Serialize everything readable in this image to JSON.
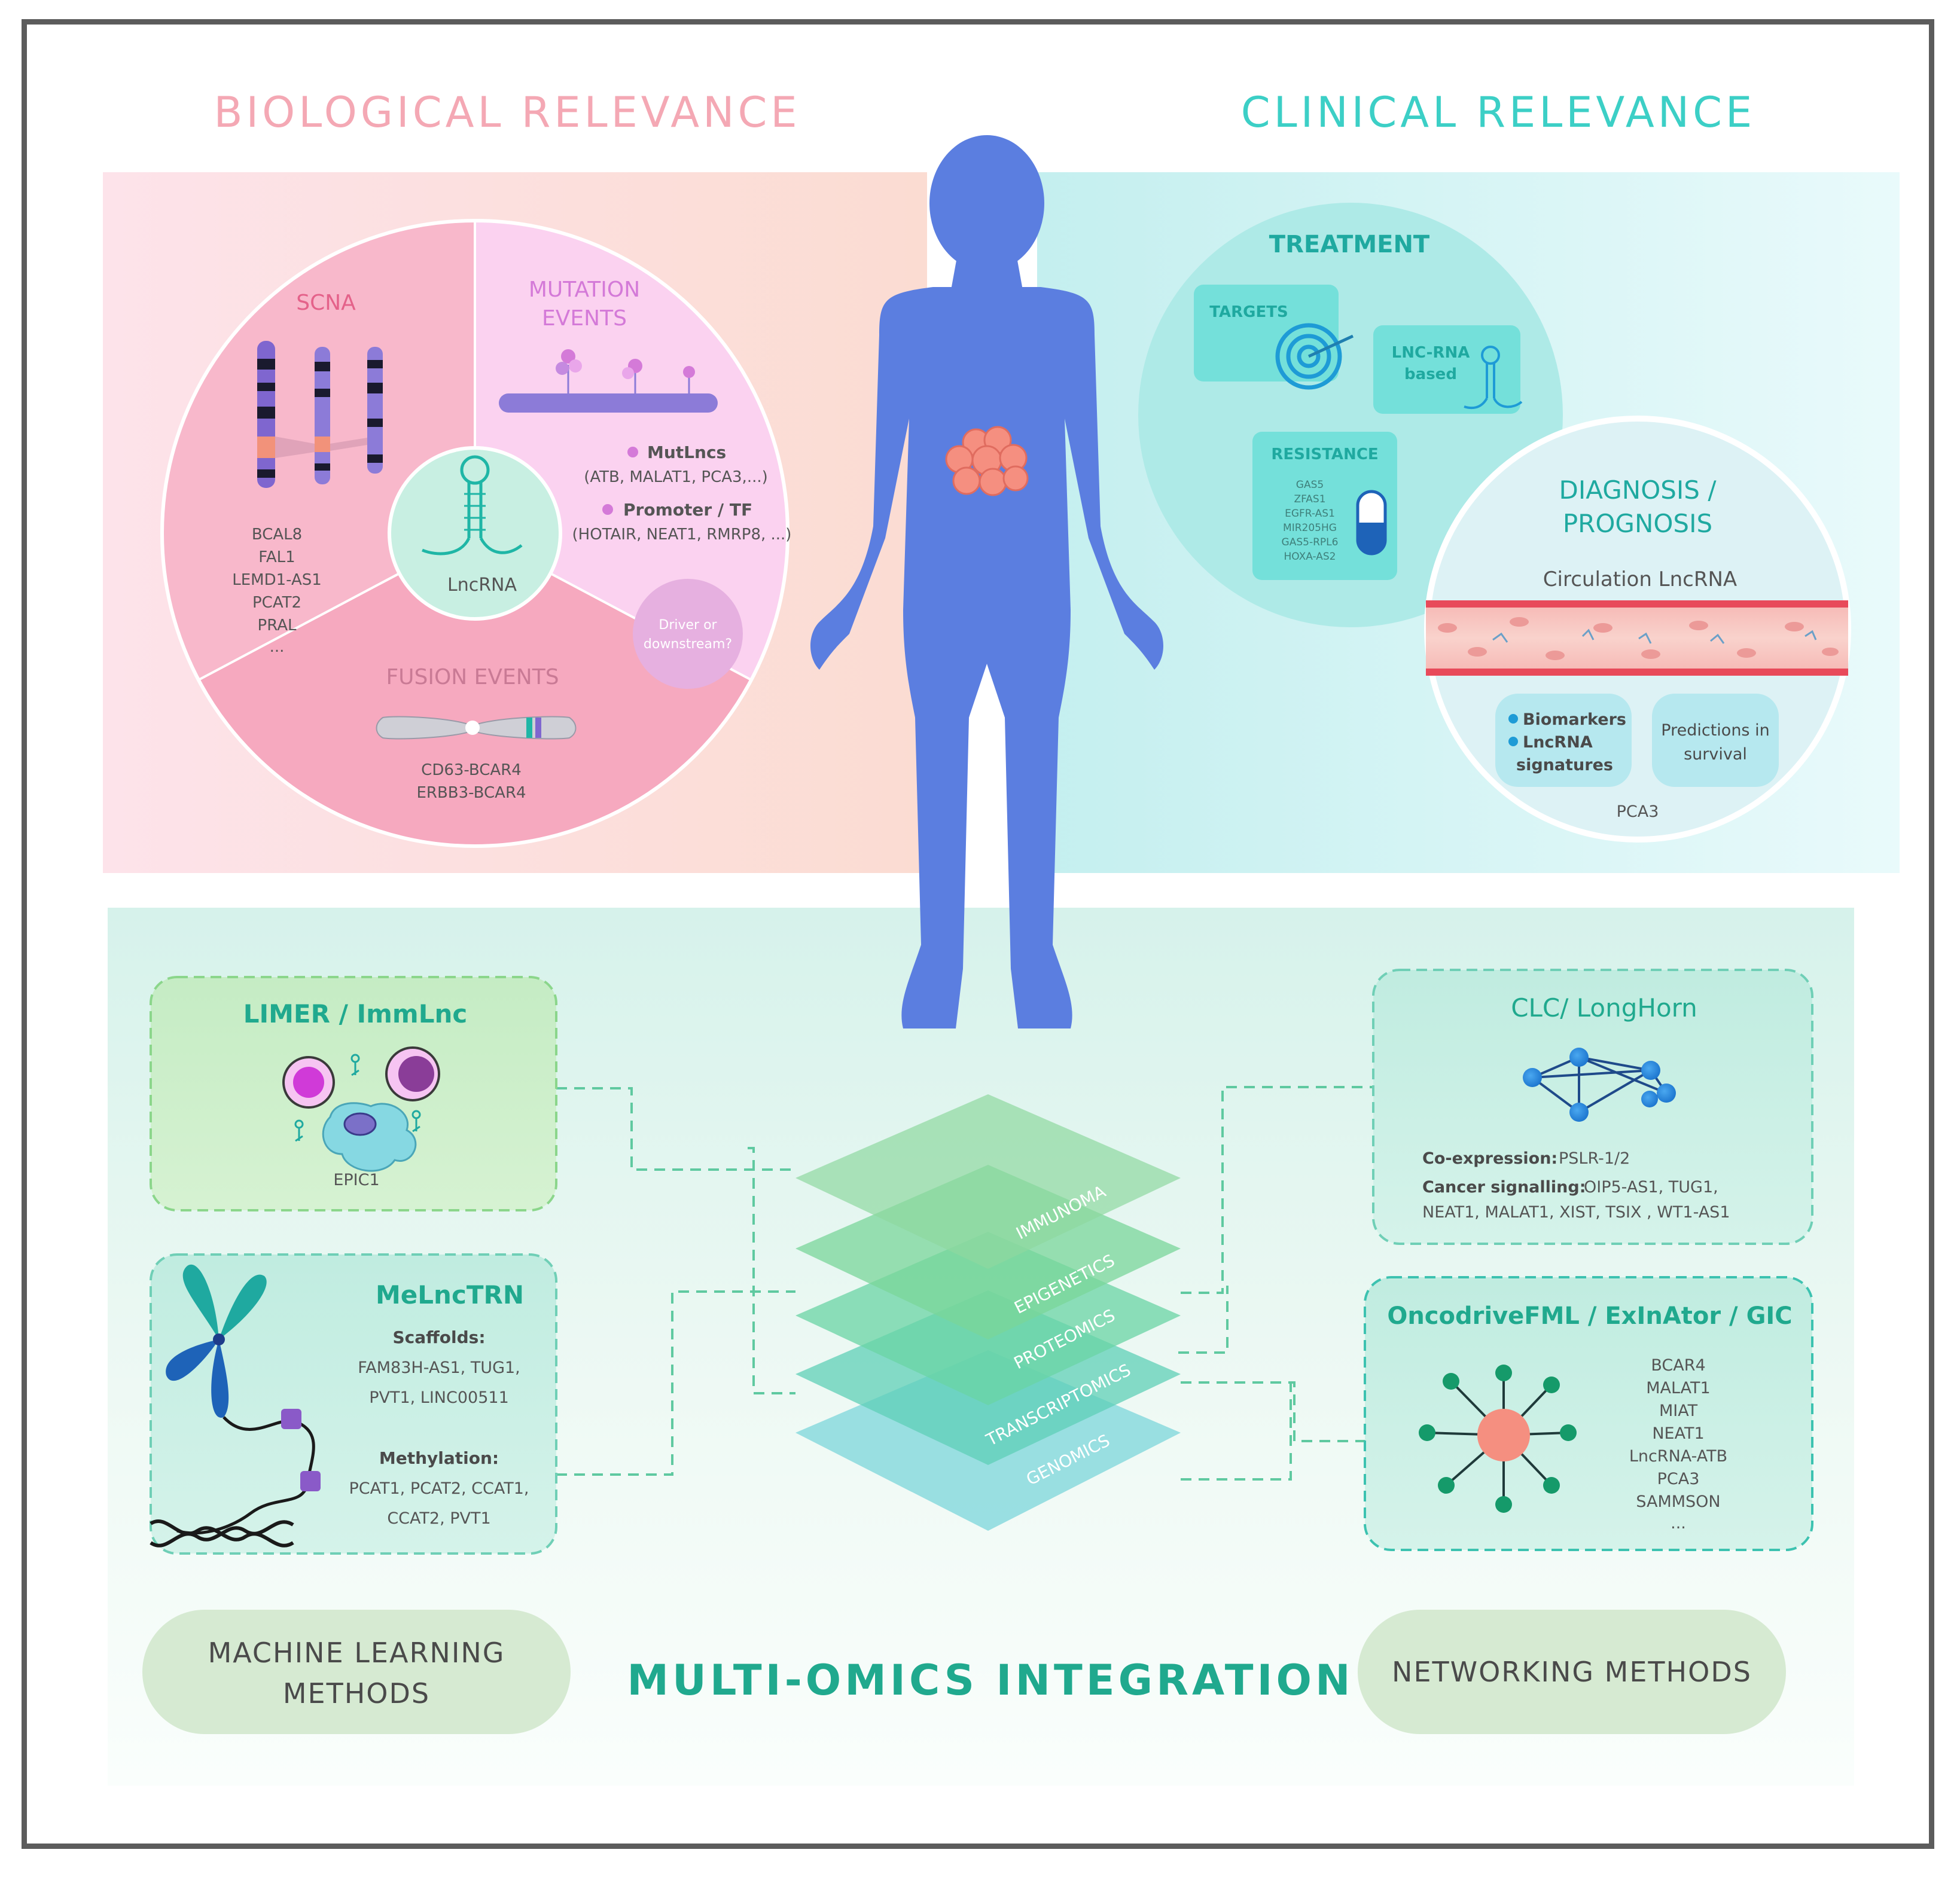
{
  "colors": {
    "bio_pink": "#f4a8b4",
    "clin_teal": "#3ccfc6",
    "body": "#5b7ee0",
    "tumor": "#f58f80",
    "omics_green": "#20a98e",
    "scna_red": "#e4628a",
    "mutation_purple": "#d47ad8"
  },
  "biological": {
    "title": "BIOLOGICAL RELEVANCE",
    "scna": {
      "title": "SCNA",
      "genes": [
        "BCAL8",
        "FAL1",
        "LEMD1-AS1",
        "PCAT2",
        "PRAL",
        "..."
      ]
    },
    "mutation": {
      "title_line1": "MUTATION",
      "title_line2": "EVENTS",
      "mutlncs_label": "MutLncs",
      "mutlncs_list": "(ATB, MALAT1, PCA3,...)",
      "promoter_label": "Promoter / TF",
      "promoter_list": "(HOTAIR, NEAT1, RMRP8, ...)",
      "driver_line1": "Driver or",
      "driver_line2": "downstream?"
    },
    "center_label": "LncRNA",
    "fusion": {
      "title": "FUSION EVENTS",
      "genes": [
        "CD63-BCAR4",
        "ERBB3-BCAR4"
      ]
    }
  },
  "clinical": {
    "title": "CLINICAL RELEVANCE",
    "treatment": {
      "title": "TREATMENT",
      "targets": "TARGETS",
      "lnc_line1": "LNC-RNA",
      "lnc_line2": "based",
      "resistance": "RESISTANCE",
      "resistance_genes": [
        "GAS5",
        "ZFAS1",
        "EGFR-AS1",
        "MIR205HG",
        "GAS5-RPL6",
        "HOXA-AS2"
      ]
    },
    "diagnosis": {
      "title_line1": "DIAGNOSIS /",
      "title_line2": "PROGNOSIS",
      "circulation": "Circulation LncRNA",
      "biomarkers": "Biomarkers",
      "lncrna": "LncRNA",
      "signatures": "signatures",
      "pred_line1": "Predictions in",
      "pred_line2": "survival",
      "gene": "PCA3"
    }
  },
  "integration": {
    "title": "MULTI-OMICS INTEGRATION",
    "ml_line1": "MACHINE LEARNING",
    "ml_line2": "METHODS",
    "networking": "NETWORKING METHODS",
    "layers": [
      "IMMUNOMA",
      "EPIGENETICS",
      "PROTEOMICS",
      "TRANSCRIPTOMICS",
      "GENOMICS"
    ],
    "limer": {
      "title": "LIMER / ImmLnc",
      "gene": "EPIC1"
    },
    "melnctrn": {
      "title": "MeLncTRN",
      "scaffolds_label": "Scaffolds:",
      "scaffolds_1": "FAM83H-AS1, TUG1,",
      "scaffolds_2": "PVT1, LINC00511",
      "methylation_label": "Methylation:",
      "methylation_1": "PCAT1, PCAT2, CCAT1,",
      "methylation_2": "CCAT2, PVT1"
    },
    "clc": {
      "title": "CLC/ LongHorn",
      "coexp_label": "Co-expression:",
      "coexp_genes": "PSLR-1/2",
      "cancer_label": "Cancer signalling:",
      "cancer_1": "OIP5-AS1, TUG1,",
      "cancer_2": "NEAT1, MALAT1, XIST, TSIX , WT1-AS1"
    },
    "oncodrive": {
      "title": "OncodriveFML / ExInAtor / GIC",
      "genes": [
        "BCAR4",
        "MALAT1",
        "MIAT",
        "NEAT1",
        "LncRNA-ATB",
        "PCA3",
        "SAMMSON",
        "..."
      ]
    }
  }
}
